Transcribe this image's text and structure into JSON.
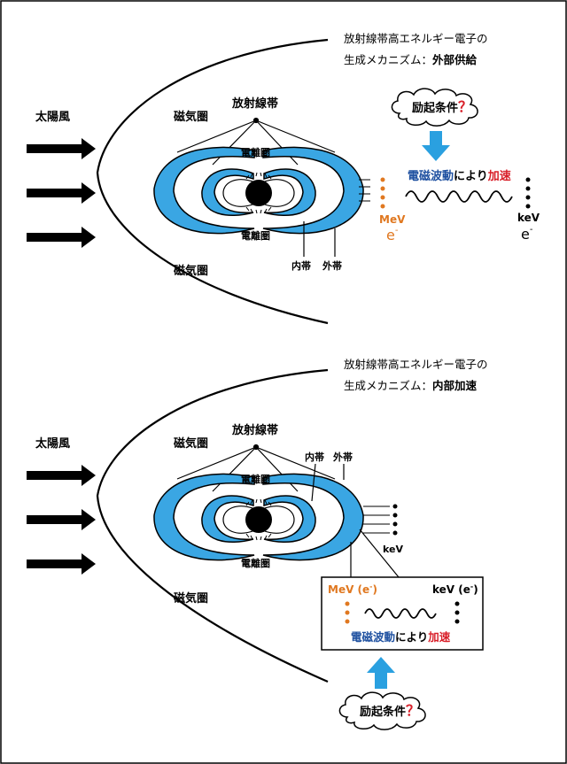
{
  "colors": {
    "belt": "#3aa6e3",
    "belt_stroke": "#000000",
    "orange": "#e07820",
    "blue_text": "#1e50a0",
    "red_text": "#d81e28",
    "arrow_blue": "#2aa0e0"
  },
  "top": {
    "caption_line1": "放射線帯高エネルギー電子の",
    "caption_line2_prefix": "生成メカニズム：",
    "caption_line2_bold": "外部供給",
    "solar_wind": "太陽風",
    "magnetosphere_upper": "磁気圏",
    "magnetosphere_lower": "磁気圏",
    "radiation_belts": "放射線帯",
    "ionosphere_upper": "電離圏",
    "ionosphere_lower": "電離圏",
    "inner_belt": "内帯",
    "outer_belt": "外帯",
    "excitation": "励起条件",
    "question": "？",
    "wave_part1": "電磁波動",
    "wave_part2": "により",
    "wave_part3": "加速",
    "mev": "MeV",
    "e_left": "e",
    "kev": "keV",
    "e_right": "e",
    "minus": "-"
  },
  "bottom": {
    "caption_line1": "放射線帯高エネルギー電子の",
    "caption_line2_prefix": "生成メカニズム：",
    "caption_line2_bold": "内部加速",
    "solar_wind": "太陽風",
    "magnetosphere_upper": "磁気圏",
    "magnetosphere_lower": "磁気圏",
    "radiation_belts": "放射線帯",
    "ionosphere_upper": "電離圏",
    "ionosphere_lower": "電離圏",
    "inner_belt": "内帯",
    "outer_belt": "外帯",
    "kev": "keV",
    "box_mev": "MeV (e",
    "box_kev": "keV (e",
    "minus": "-",
    "close_paren": ")",
    "wave_part1": "電磁波動",
    "wave_part2": "により",
    "wave_part3": "加速",
    "excitation": "励起条件",
    "question": "？"
  }
}
